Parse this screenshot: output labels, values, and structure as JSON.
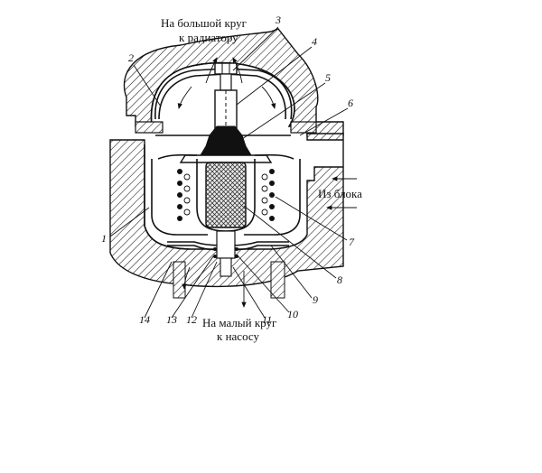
{
  "labels": {
    "top_line1": "На большой круг",
    "top_line2": "к радиатору",
    "right": "Из блока",
    "bottom_line1": "На малый круг",
    "bottom_line2": "к насосу"
  },
  "callouts": [
    "1",
    "2",
    "3",
    "4",
    "5",
    "6",
    "7",
    "8",
    "9",
    "10",
    "11",
    "12",
    "13",
    "14"
  ]
}
